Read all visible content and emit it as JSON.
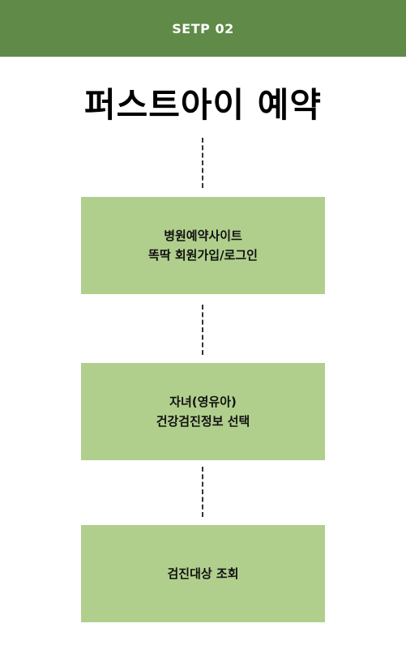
{
  "header": {
    "step_label": "SETP 02"
  },
  "title": "퍼스트아이 예약",
  "steps": [
    {
      "line1": "병원예약사이트",
      "line2": "똑딱 회원가입/로그인"
    },
    {
      "line1": "자녀(영유아)",
      "line2": "건강검진정보 선택"
    },
    {
      "line1": "검진대상 조회"
    }
  ],
  "colors": {
    "header_bg": "#5f8a47",
    "box_bg": "#b0cf8d",
    "connector": "#333333"
  }
}
